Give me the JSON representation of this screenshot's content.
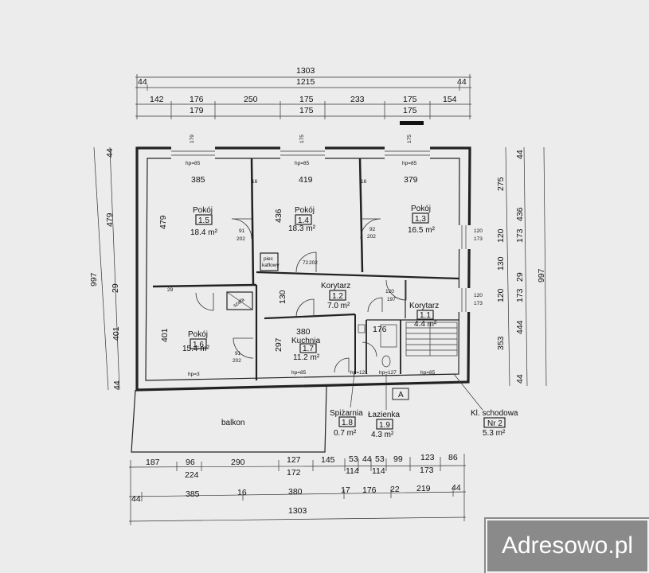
{
  "watermark": "Adresowo.pl",
  "top_dims": {
    "row1": [
      "1303"
    ],
    "row2": [
      "44",
      "1215",
      "44"
    ],
    "row3": [
      "142",
      "176",
      "250",
      "175",
      "233",
      "175",
      "154"
    ],
    "row4": [
      "179",
      "175",
      "175"
    ]
  },
  "bottom_dims": {
    "row1": [
      "187",
      "96",
      "290",
      "127",
      "145",
      "53",
      "44",
      "53",
      "99",
      "123",
      "86"
    ],
    "row2": [
      "224",
      "172",
      "114",
      "114",
      "173"
    ],
    "row3": [
      "44",
      "385",
      "16",
      "380",
      "17",
      "176",
      "22",
      "219",
      "44"
    ],
    "row4": [
      "1303"
    ]
  },
  "left_dims": [
    "997",
    "479",
    "44",
    "29",
    "401",
    "44"
  ],
  "right_dims": [
    "275",
    "436",
    "120",
    "173",
    "130",
    "29",
    "120",
    "173",
    "997",
    "44",
    "444",
    "353",
    "44"
  ],
  "rooms": [
    {
      "name": "Pokój",
      "num": "1.5",
      "area": "18.4 m²",
      "width": "385",
      "height": "479"
    },
    {
      "name": "Pokój",
      "num": "1.4",
      "area": "18.3 m²",
      "width": "419",
      "height": "436"
    },
    {
      "name": "Pokój",
      "num": "1,3",
      "area": "16.5 m²",
      "width": "379"
    },
    {
      "name": "Korytarz",
      "num": "1.2",
      "area": "7.0 m²",
      "height": "130"
    },
    {
      "name": "Korytarz",
      "num": "1.1",
      "area": "4.4 m²"
    },
    {
      "name": "Pokój",
      "num": "1.6",
      "area": "15.4 m²",
      "height": "401"
    },
    {
      "name": "Kuchnia",
      "num": "1.7",
      "area": "11.2 m²",
      "width": "380",
      "height": "297"
    },
    {
      "name": "Spiżarnia",
      "num": "1.8",
      "area": "0.7 m²"
    },
    {
      "name": "Łazienka",
      "num": "1.9",
      "area": "4.3 m²",
      "width": "176"
    },
    {
      "name": "Kl. schodowa",
      "num": "Nr 2",
      "area": "5.3 m²"
    }
  ],
  "balcony": "balkon",
  "small_labels": {
    "hp85": "hp=85",
    "hp3": "hp=3",
    "hp127": "hp=127",
    "hp121": "hp=121",
    "d91": "91",
    "d202": "202",
    "d92": "92",
    "d72": "72",
    "d176": "176",
    "d197": "197",
    "w120": "120",
    "w173": "173",
    "w179": "179",
    "w175": "175",
    "w16": "16",
    "w29": "29",
    "szafa": "szafa",
    "piec": "piec",
    "kaflowy": "kaflowy",
    "arrow": "A"
  }
}
